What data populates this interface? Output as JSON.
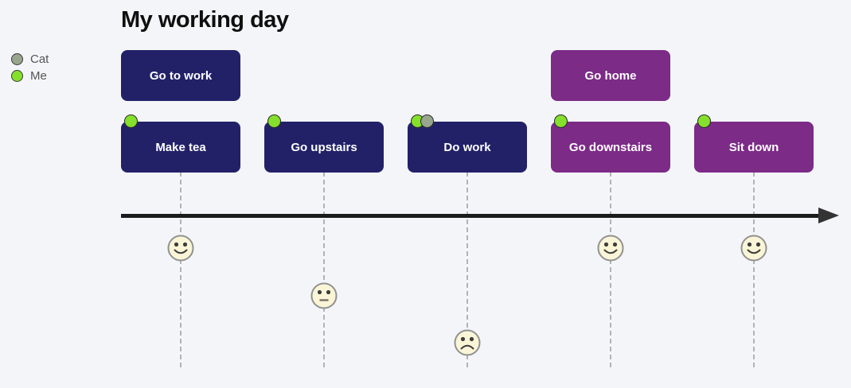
{
  "title": "My working day",
  "legend": {
    "items": [
      {
        "label": "Cat",
        "color": "#98a68e"
      },
      {
        "label": "Me",
        "color": "#85e02c"
      }
    ]
  },
  "colors": {
    "background": "#f4f5f8",
    "navy_card": "#222168",
    "purple_card": "#7c2b87",
    "me_marker": "#85e02c",
    "cat_marker": "#98a68e",
    "axis": "#1b1b1b",
    "face_fill": "#faf5d6",
    "face_border": "#919191"
  },
  "events": [
    {
      "label": "Go to work",
      "color": "navy",
      "row": "top",
      "markers": []
    },
    {
      "label": "Make tea",
      "color": "navy",
      "row": "bottom",
      "markers": [
        "me"
      ]
    },
    {
      "label": "Go upstairs",
      "color": "navy",
      "row": "bottom",
      "markers": [
        "me"
      ]
    },
    {
      "label": "Do work",
      "color": "navy",
      "row": "bottom",
      "markers": [
        "me",
        "cat"
      ]
    },
    {
      "label": "Go home",
      "color": "purple",
      "row": "top",
      "markers": []
    },
    {
      "label": "Go downstairs",
      "color": "purple",
      "row": "bottom",
      "markers": [
        "me"
      ]
    },
    {
      "label": "Sit down",
      "color": "purple",
      "row": "bottom",
      "markers": [
        "me"
      ]
    }
  ],
  "faces": [
    {
      "under": "Make tea",
      "mood": "happy"
    },
    {
      "under": "Go upstairs",
      "mood": "neutral"
    },
    {
      "under": "Do work",
      "mood": "sad"
    },
    {
      "under": "Go downstairs",
      "mood": "happy"
    },
    {
      "under": "Sit down",
      "mood": "happy"
    }
  ]
}
